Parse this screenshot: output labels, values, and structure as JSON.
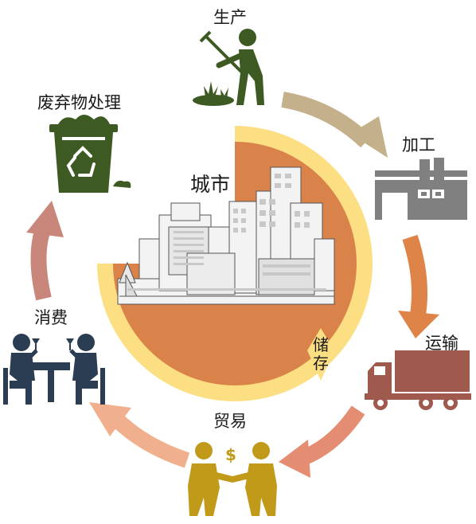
{
  "labels": {
    "production": "生产",
    "processing": "加工",
    "transport": "运输",
    "trade": "贸易",
    "consumption": "消费",
    "waste": "废弃物处理",
    "city": "城市",
    "storage_1": "储",
    "storage_2": "存"
  },
  "colors": {
    "production": "#3e5a23",
    "processing": "#808080",
    "transport": "#a05a4d",
    "trade": "#c19a1a",
    "consumption": "#2b3d52",
    "waste": "#3e5a23",
    "city_disc": "#d9834a",
    "city_ring": "#fcdf82",
    "arrow_prod_proc": "#c4b08a",
    "arrow_proc_trans": "#de8448",
    "arrow_trans_trade": "#e48d72",
    "arrow_trade_cons": "#f0b08e",
    "arrow_cons_waste": "#c8877a"
  },
  "icons": {
    "production": "farmer-hoeing-icon",
    "processing": "factory-icon",
    "transport": "truck-icon",
    "trade": "handshake-money-icon",
    "consumption": "people-drinking-icon",
    "waste": "recycle-bin-icon",
    "city": "city-skyline-icon"
  }
}
